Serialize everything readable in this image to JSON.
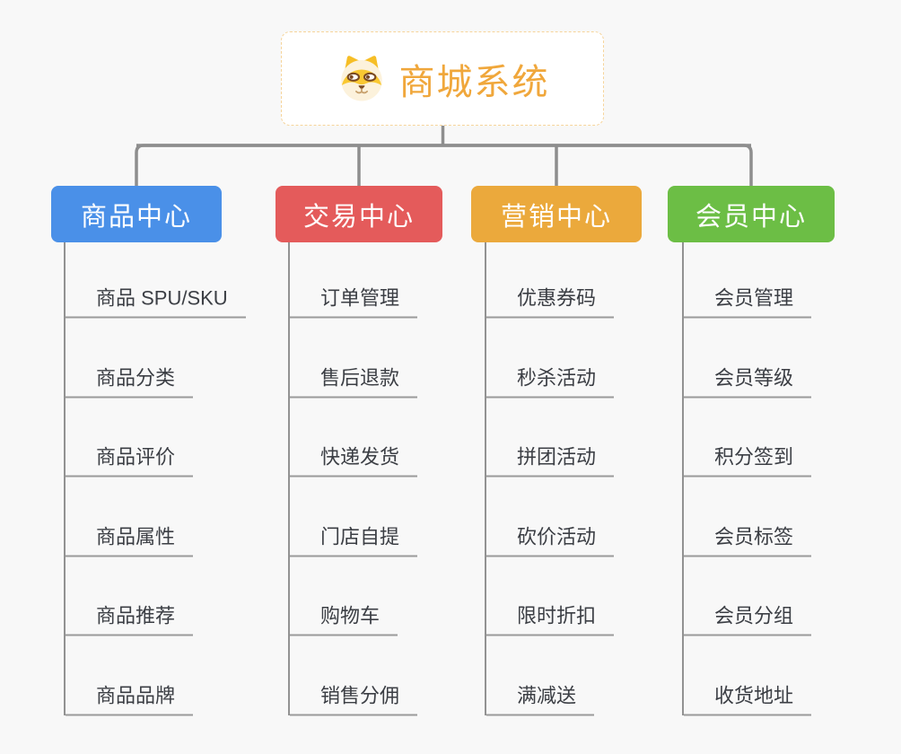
{
  "root": {
    "title": "商城系统",
    "icon": "dog-face-icon"
  },
  "branches": [
    {
      "label": "商品中心",
      "color": "#4A90E8",
      "children": [
        "商品 SPU/SKU",
        "商品分类",
        "商品评价",
        "商品属性",
        "商品推荐",
        "商品品牌"
      ]
    },
    {
      "label": "交易中心",
      "color": "#E45B5B",
      "children": [
        "订单管理",
        "售后退款",
        "快递发货",
        "门店自提",
        "购物车",
        "销售分佣"
      ]
    },
    {
      "label": "营销中心",
      "color": "#EBA93C",
      "children": [
        "优惠券码",
        "秒杀活动",
        "拼团活动",
        "砍价活动",
        "限时折扣",
        "满减送"
      ]
    },
    {
      "label": "会员中心",
      "color": "#6CBE45",
      "children": [
        "会员管理",
        "会员等级",
        "积分签到",
        "会员标签",
        "会员分组",
        "收货地址"
      ]
    }
  ],
  "colors": {
    "background": "#F8F8F8",
    "connector": "#8E8E8E",
    "underline": "#9A9A9A",
    "leaf_text": "#3B3E44",
    "root_text": "#F0A73B",
    "root_border": "#F6D49A",
    "icon_yellow": "#F9C832",
    "icon_cream": "#FCF2DC",
    "icon_brown": "#7A4A22"
  }
}
